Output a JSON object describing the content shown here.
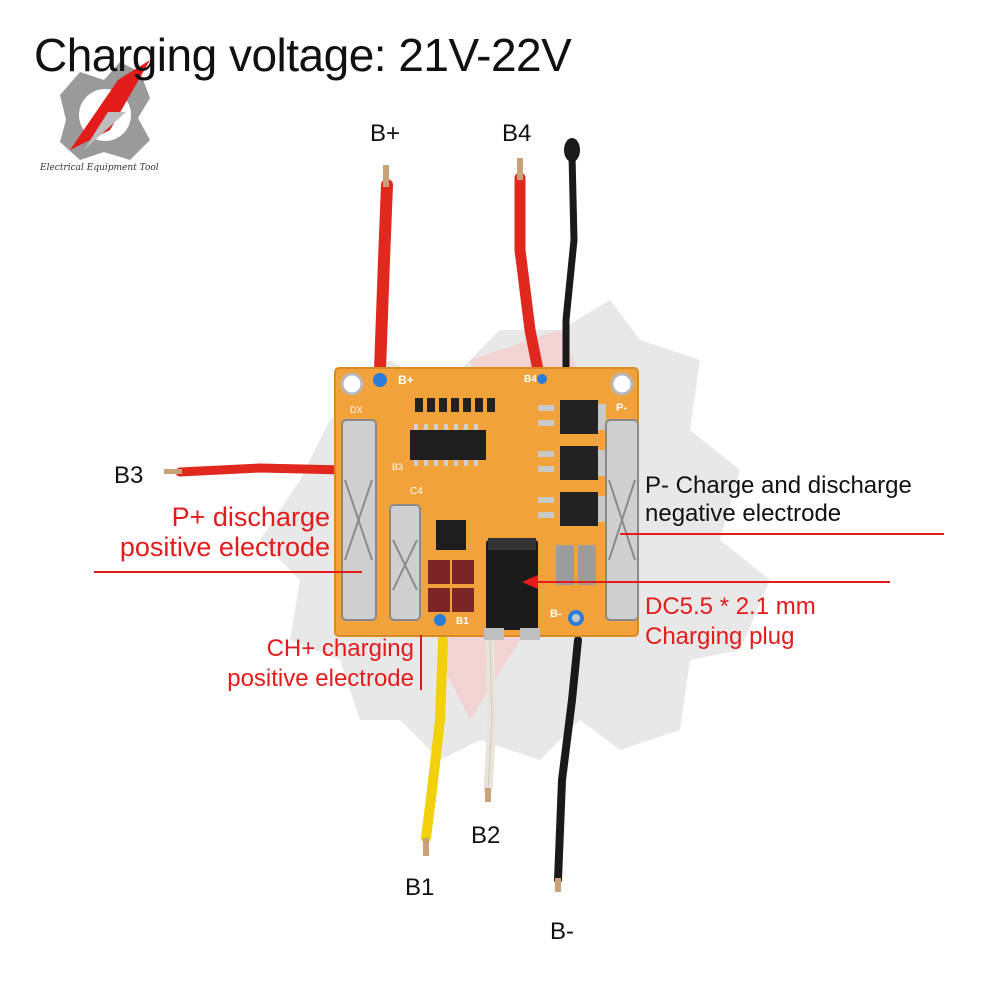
{
  "title": "Charging voltage: 21V-22V",
  "brand": {
    "text": "Electrical Equipment Tool",
    "icon": "gear-logo-icon"
  },
  "board": {
    "silkscreen": {
      "b_plus": "B+",
      "b4": "B4",
      "p_minus": "P-",
      "b3": "B3",
      "c4": "C4",
      "b1": "B1",
      "b_minus": "B-",
      "dx": "DX"
    }
  },
  "wires": {
    "b_plus": {
      "label": "B+",
      "color": "#e0281e"
    },
    "b4": {
      "label": "B4",
      "color": "#e0281e"
    },
    "b3": {
      "label": "B3",
      "color": "#e0281e"
    },
    "b1": {
      "label": "B1",
      "color": "#f2d10c"
    },
    "b2": {
      "label": "B2",
      "color": "#e8e4dc"
    },
    "b_minus": {
      "label": "B-",
      "color": "#1a1a1a"
    }
  },
  "callouts": {
    "p_plus": {
      "line1": "P+ discharge",
      "line2": "positive electrode"
    },
    "ch_plus": {
      "line1": "CH+ charging",
      "line2": "positive electrode"
    },
    "p_minus": {
      "line1": "P- Charge and discharge",
      "line2": "negative electrode"
    },
    "dc_plug": {
      "line1": "DC5.5 * 2.1 mm",
      "line2": "Charging plug"
    }
  },
  "colors": {
    "accent_red": "#e31b1b",
    "pcb": "#f2a23a",
    "watermark": "#d8d8d8"
  }
}
